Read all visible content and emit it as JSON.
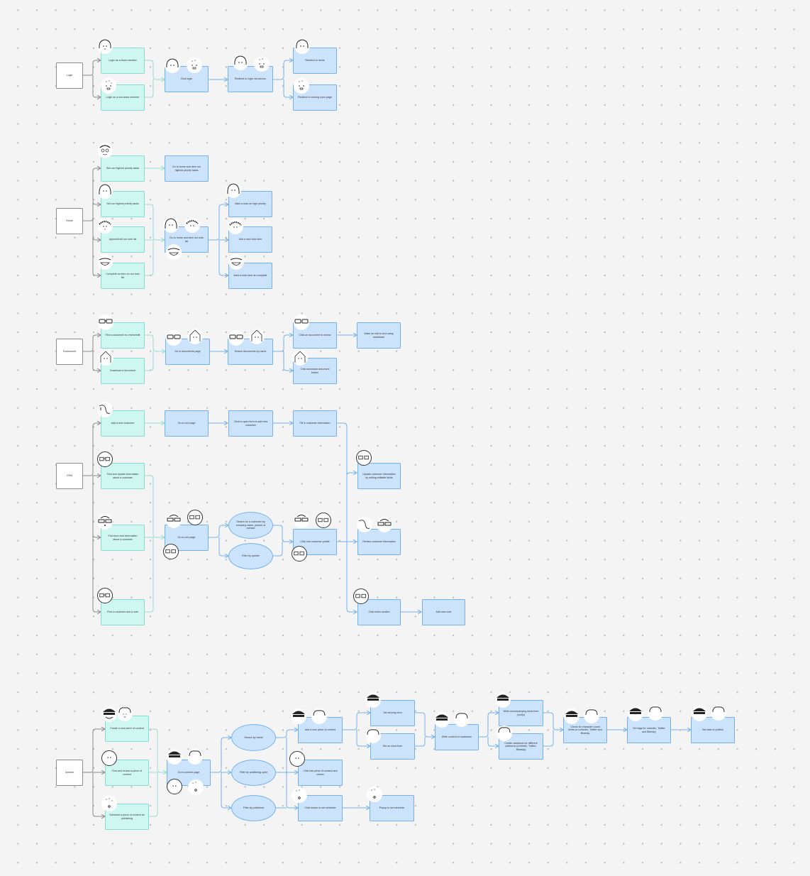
{
  "colors": {
    "canvas_bg": "#f4f4f4",
    "grid_dot": "#bdbdbd",
    "section_fill": "#ffffff",
    "section_border": "#8c8c8c",
    "user_goal_fill": "#cff7f1",
    "user_goal_border": "#85ddd0",
    "step_fill": "#cbe3fb",
    "step_border": "#73b2ef",
    "edge_gray": "#8a8a8a",
    "edge_teal": "#8fded2",
    "edge_blue": "#73b2ef"
  },
  "sections": {
    "login": {
      "title": "Login",
      "goals": [
        "Login as a team member",
        "Login as a non-team member"
      ],
      "steps": [
        "Click login",
        "Redirect to login via worxos",
        "Redirect to home",
        "Redirect to coming soon page"
      ]
    },
    "home": {
      "title": "Home",
      "goals": [
        "See our highest priority tasks",
        "Set our highest priority tasks",
        "Append/edit our todo list",
        "Complete an item on our todo list"
      ],
      "steps": [
        "Go to home and view our highest priority tasks",
        "Go to home and view our todo list",
        "Mark a todo as high priority",
        "Add a new todo item",
        "Mark a todo item as complete"
      ]
    },
    "documents": {
      "title": "Documents",
      "goals": [
        "Find a document to review/edit",
        "Download a document"
      ],
      "steps": [
        "Go to documents page",
        "Search documents by name",
        "Click on document to review",
        "Click download document button",
        "Make an edit to text using markdown"
      ]
    },
    "crm": {
      "title": "CRM",
      "goals": [
        "Add a new customer",
        "Find and update information about a customer",
        "Find and read information about a customer",
        "Find a customer and a note"
      ],
      "steps": [
        "Go to crm page",
        "Click to open form to add new customer",
        "Fill in customer information",
        "Go to crm page",
        "Search for a customer by company name, person of contact",
        "Filter by quarter",
        "Click into customer profile",
        "Update customer information by editing editable fields",
        "Review customer information",
        "Click notes section",
        "Add new note"
      ]
    },
    "content": {
      "title": "Content",
      "goals": [
        "Create a new piece of content",
        "Find and review a piece of content",
        "Schedule a piece of content for publishing"
      ],
      "steps": [
        "Go to content page",
        "Search by name",
        "Filter by publishing cycle",
        "Filter by published",
        "Add a new piece of content",
        "Click into piece of content and review",
        "Click button to set schedule",
        "Set as long-form",
        "Set as short-form",
        "Popup to set schedule",
        "Write content in markdown",
        "Write accompanying short-form post(s)",
        "Create variations for different platforms (LinkedIn, Twitter, Bluesky)",
        "Check for character count limits on LinkedIn, Twitter and Bluesky",
        "Set tags for LinkedIn, Twitter and Bluesky",
        "Set date to publish"
      ]
    }
  }
}
